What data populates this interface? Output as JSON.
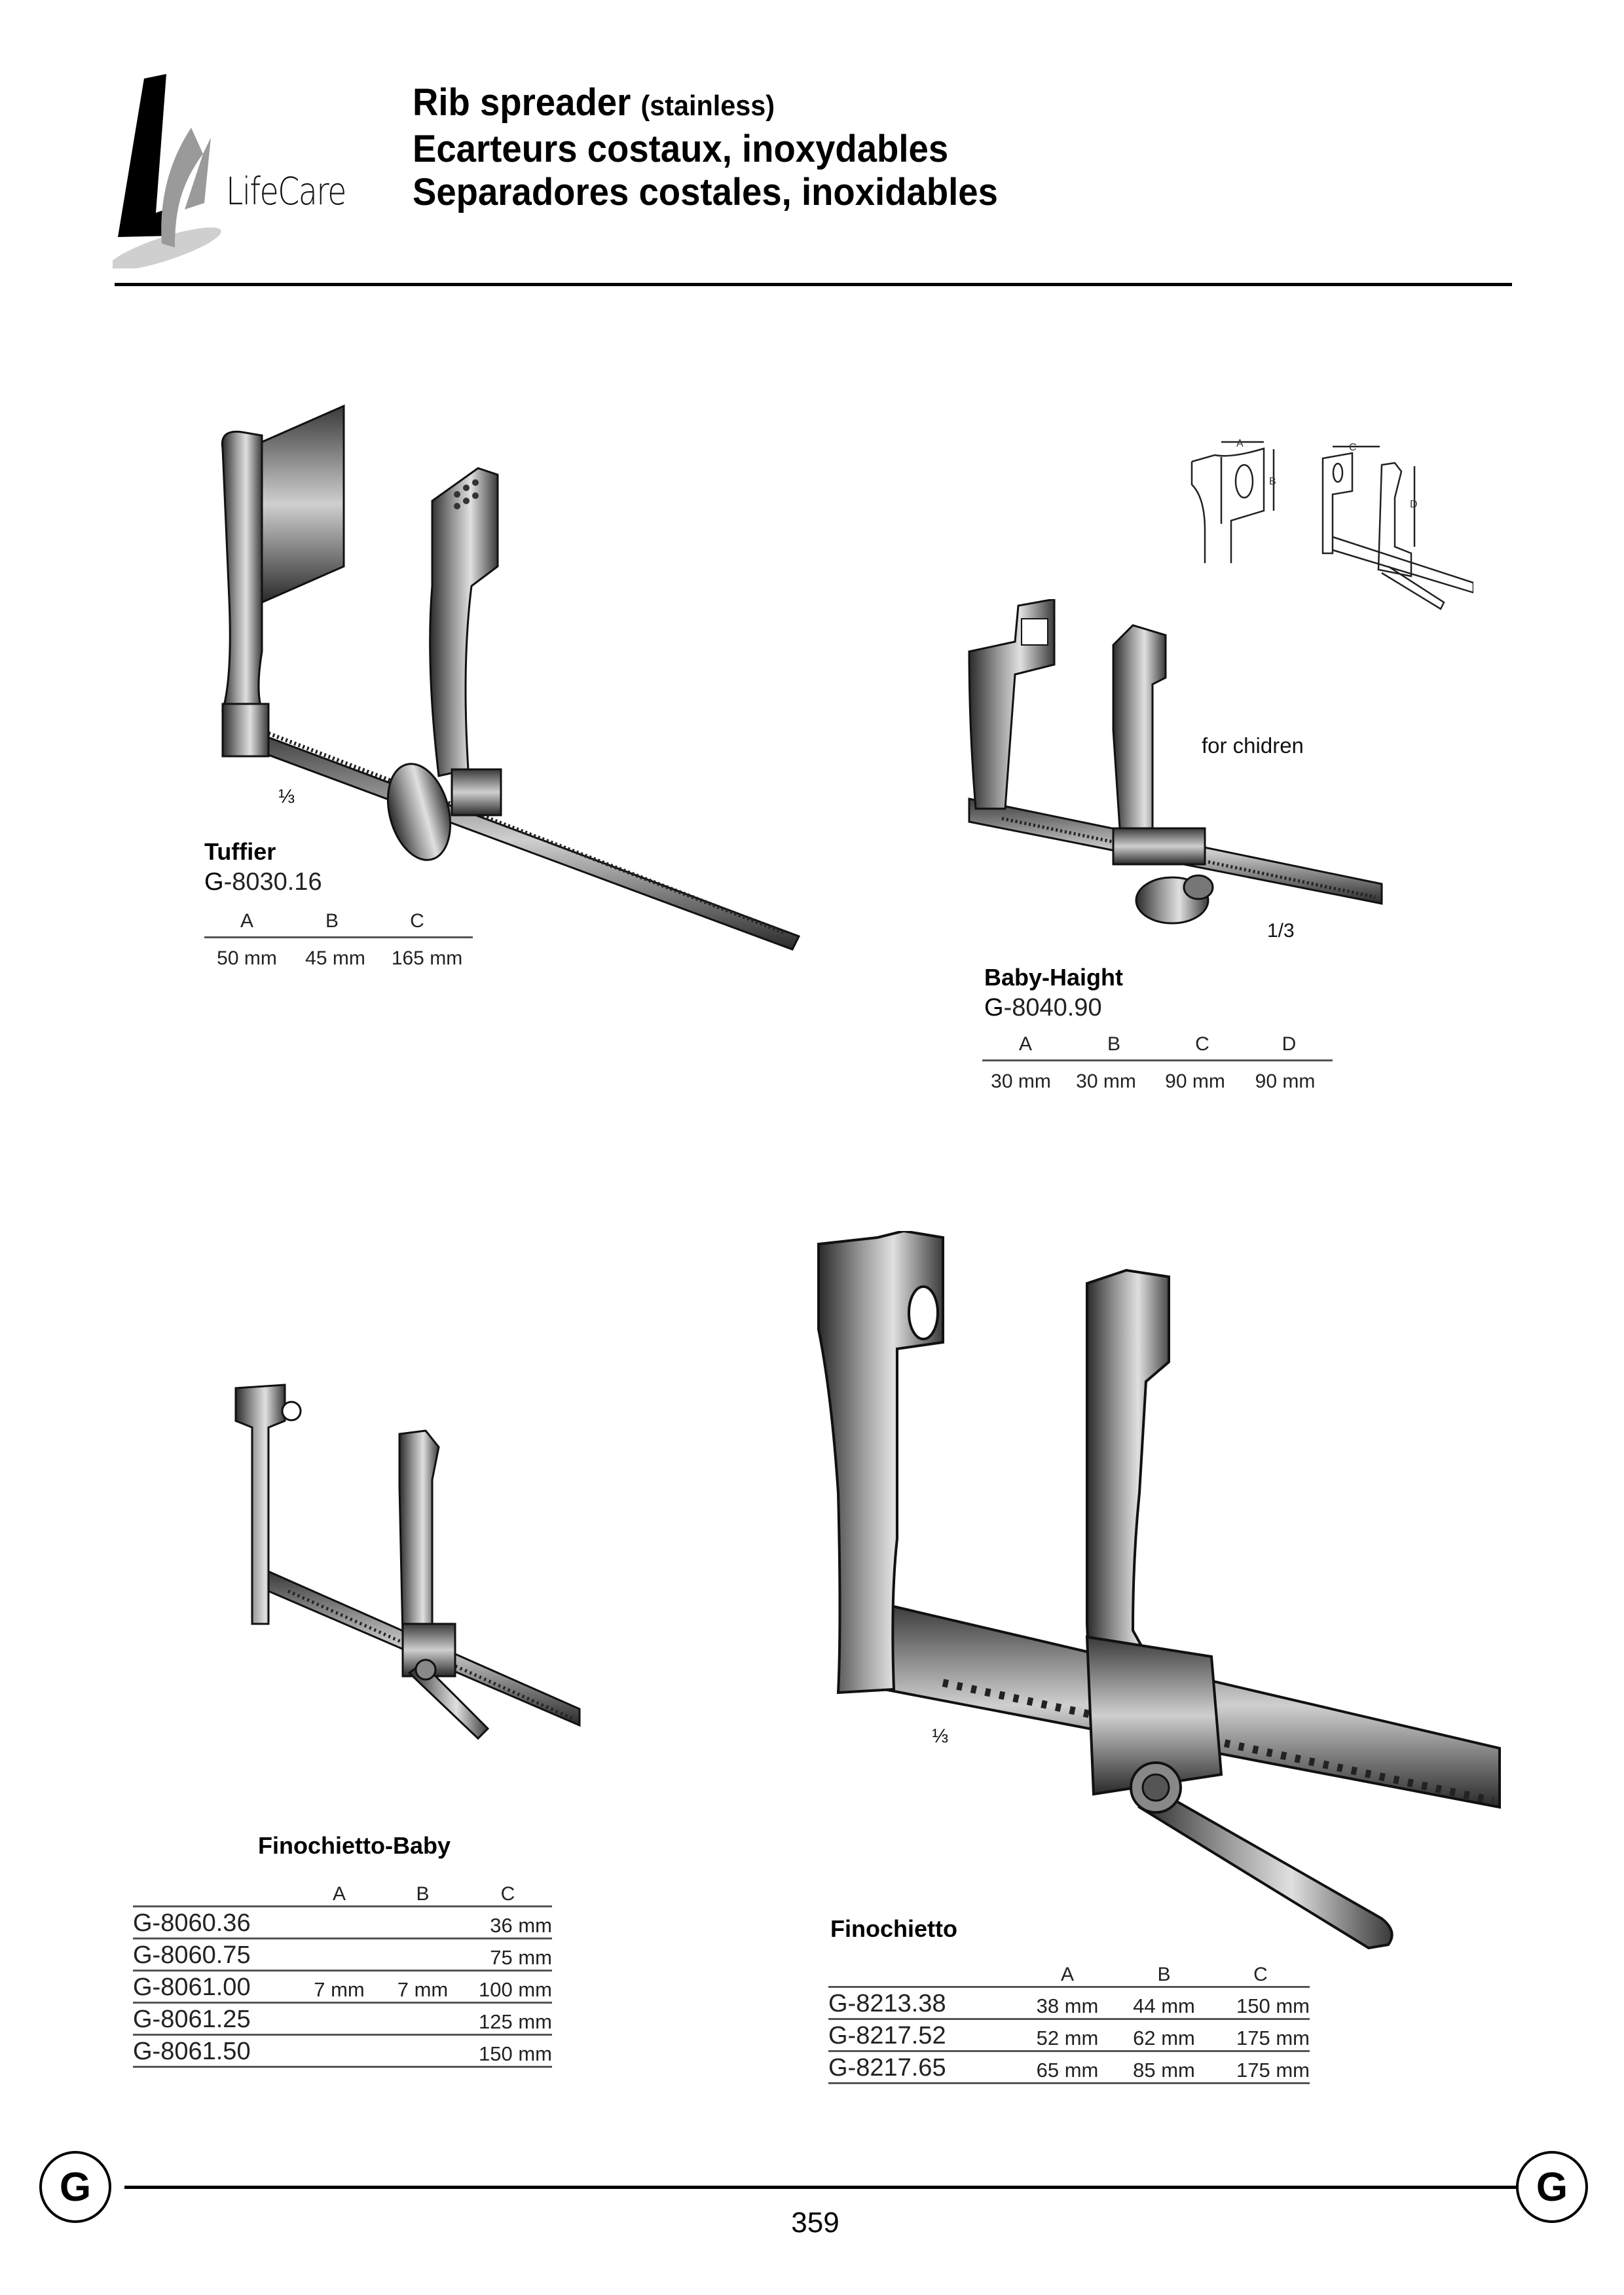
{
  "header": {
    "logo": {
      "brand_text": "LifeCare",
      "icon": "lifecare-logo-icon"
    },
    "title_line1": "Rib spreader",
    "title_line1_suffix": "(stainless)",
    "title_line2": "Ecarteurs costaux, inoxydables",
    "title_line3": "Separadores costales, inoxidables"
  },
  "products": {
    "tuffier": {
      "name": "Tuffier",
      "code_prefix": "G",
      "code_number": "-8030.16",
      "scale": "⅓",
      "columns": [
        "A",
        "B",
        "C"
      ],
      "values": [
        "50 mm",
        "45 mm",
        "165 mm"
      ]
    },
    "baby_haight": {
      "name": "Baby-Haight",
      "code_prefix": "G",
      "code_number": "-8040.90",
      "scale": "1/3",
      "note": "for chidren",
      "columns": [
        "A",
        "B",
        "C",
        "D"
      ],
      "values": [
        "30 mm",
        "30 mm",
        "90 mm",
        "90 mm"
      ],
      "diagram_labels": [
        "A",
        "B",
        "C",
        "D"
      ]
    },
    "finochietto_baby": {
      "name": "Finochietto-Baby",
      "columns": [
        "",
        "A",
        "B",
        "C"
      ],
      "rows": [
        {
          "code": "G-8060.36",
          "a": "",
          "b": "",
          "c": "36 mm"
        },
        {
          "code": "G-8060.75",
          "a": "",
          "b": "",
          "c": "75 mm"
        },
        {
          "code": "G-8061.00",
          "a": "7 mm",
          "b": "7 mm",
          "c": "100 mm"
        },
        {
          "code": "G-8061.25",
          "a": "",
          "b": "",
          "c": "125 mm"
        },
        {
          "code": "G-8061.50",
          "a": "",
          "b": "",
          "c": "150 mm"
        }
      ]
    },
    "finochietto": {
      "name": "Finochietto",
      "scale": "⅓",
      "columns": [
        "",
        "A",
        "B",
        "C"
      ],
      "rows": [
        {
          "code": "G-8213.38",
          "a": "38 mm",
          "b": "44 mm",
          "c": "150 mm"
        },
        {
          "code": "G-8217.52",
          "a": "52 mm",
          "b": "62 mm",
          "c": "175 mm"
        },
        {
          "code": "G-8217.65",
          "a": "65 mm",
          "b": "85 mm",
          "c": "175 mm"
        }
      ]
    }
  },
  "footer": {
    "section_letter_left": "G",
    "section_letter_right": "G",
    "page_number": "359"
  }
}
